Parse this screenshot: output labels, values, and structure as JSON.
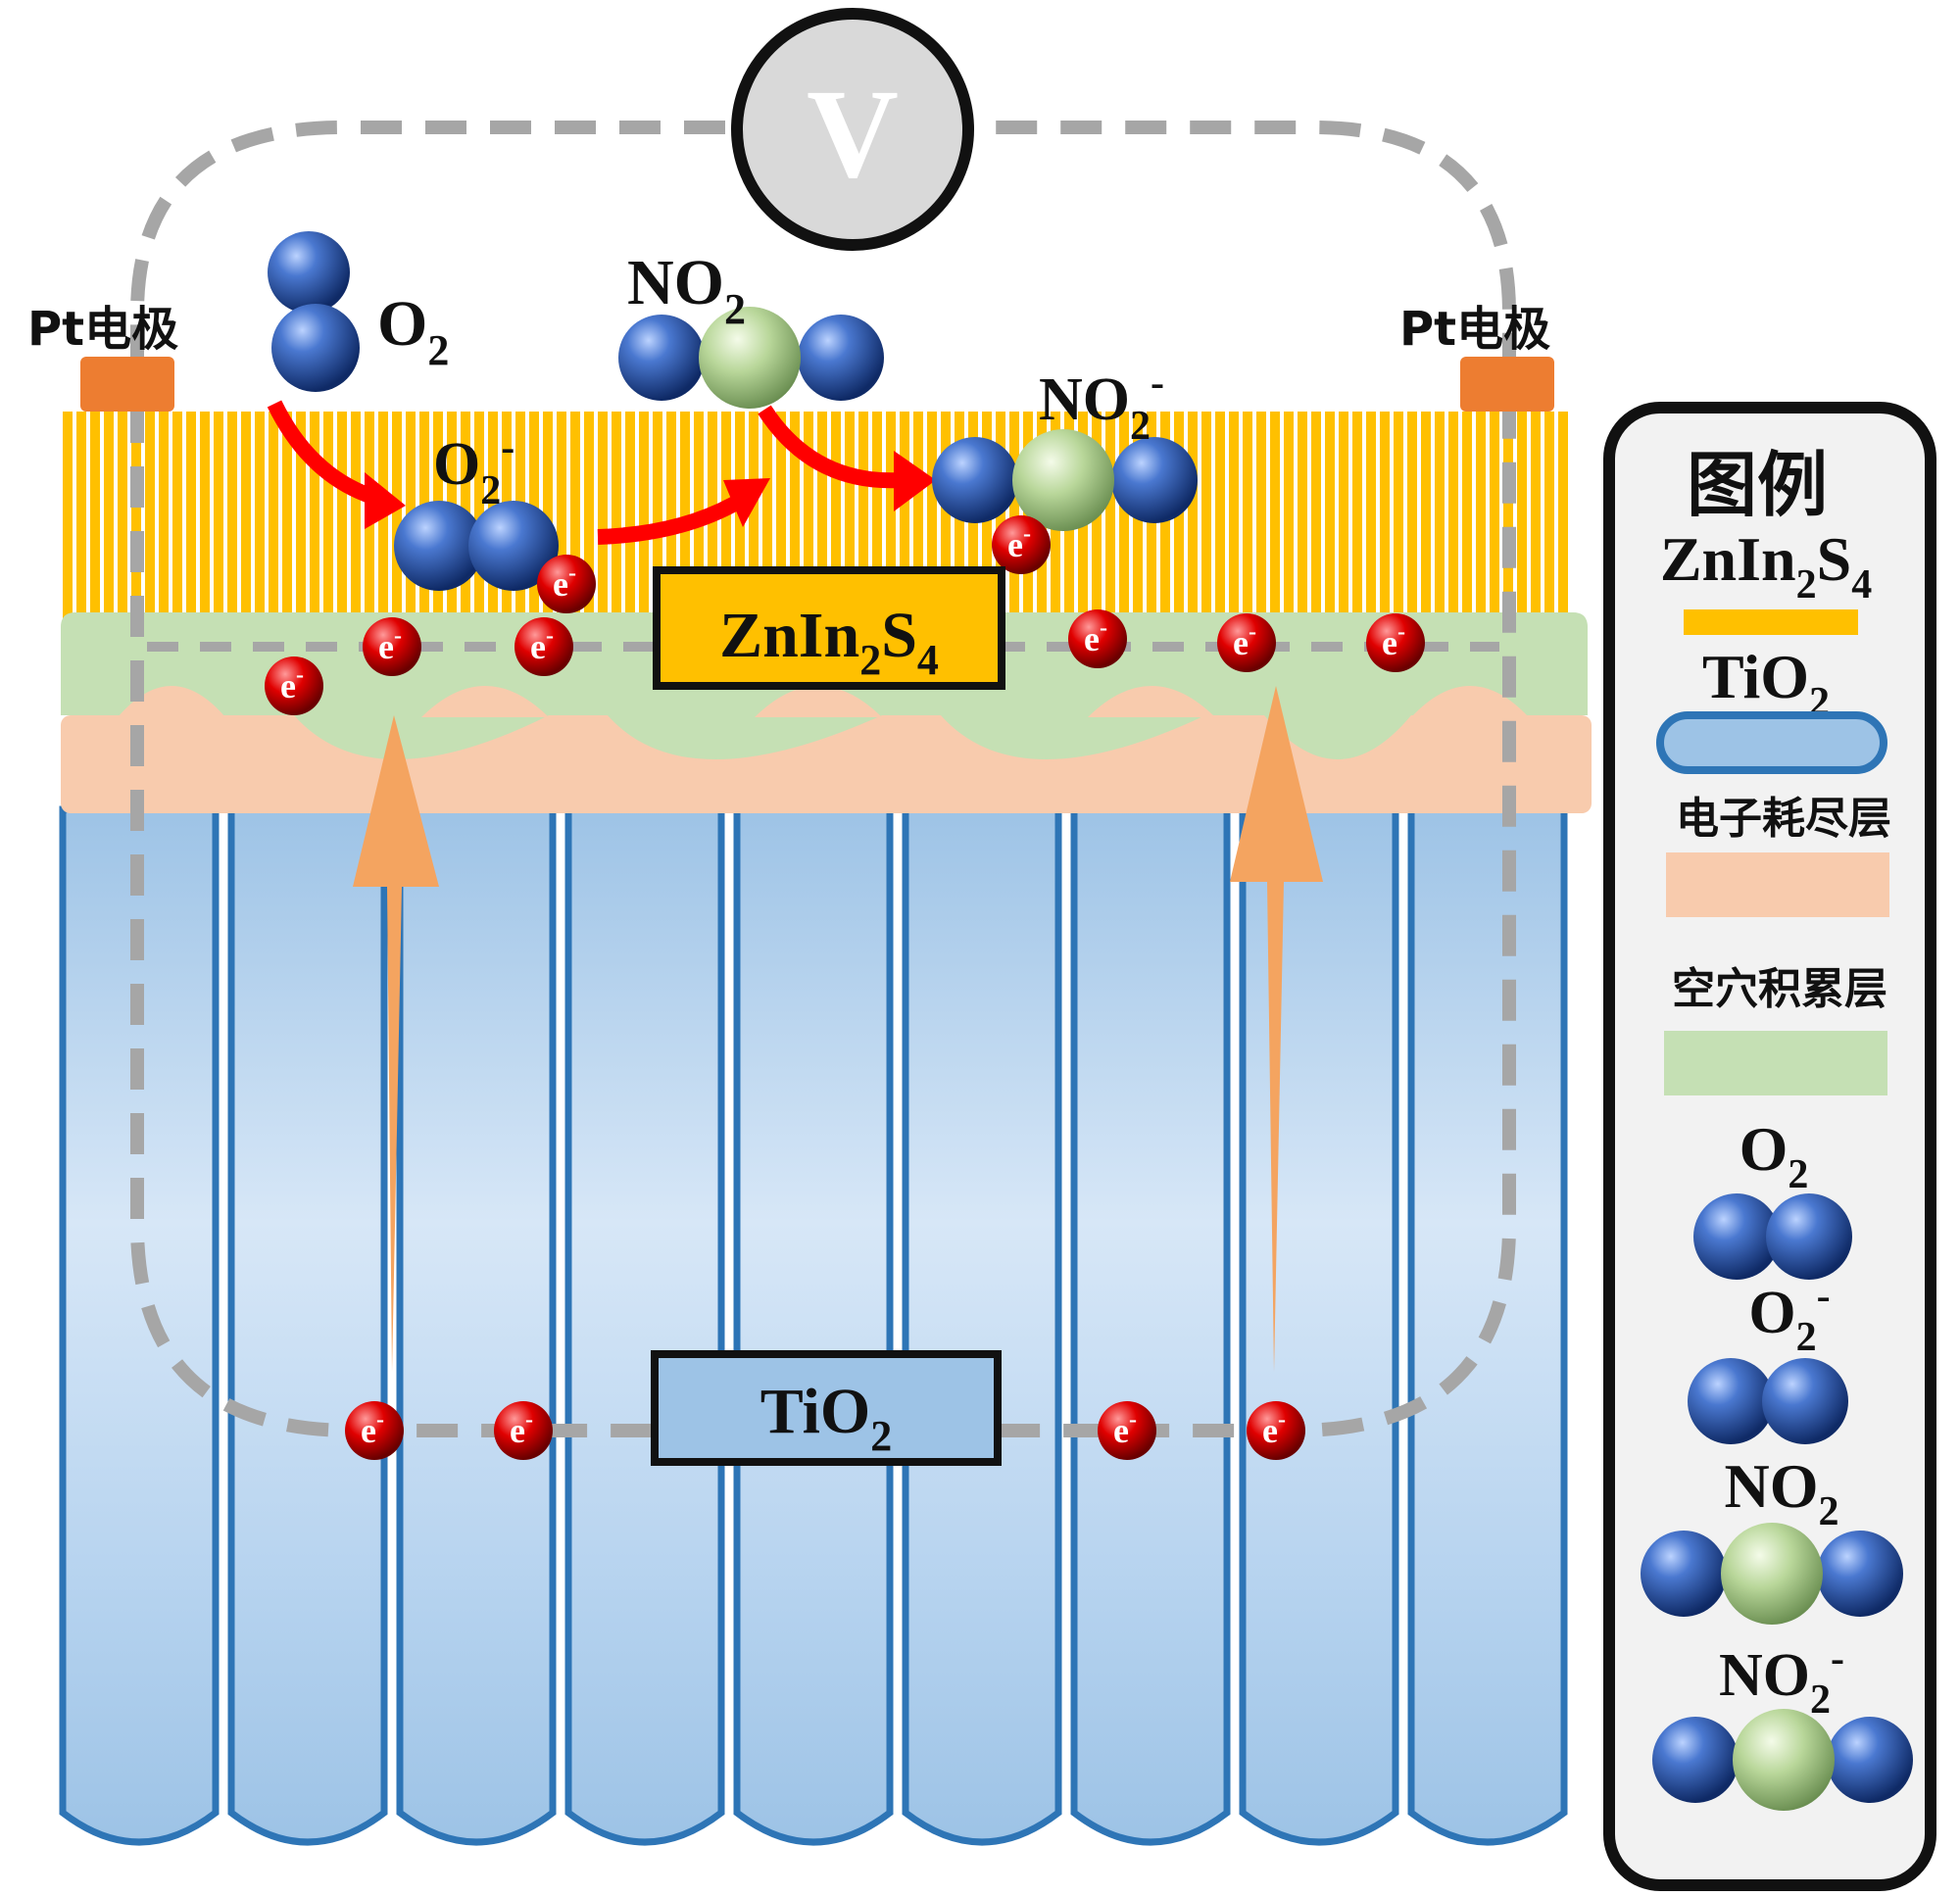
{
  "voltmeter": {
    "symbol": "V"
  },
  "electrodes": {
    "left_label": "Pt电极",
    "right_label": "Pt电极"
  },
  "molecules": {
    "o2": {
      "base": "O",
      "sub": "2"
    },
    "no2": {
      "base": "NO",
      "sub": "2"
    },
    "o2_minus": {
      "base": "O",
      "sub": "2",
      "sup": "-"
    },
    "no2_minus": {
      "base": "NO",
      "sub": "2",
      "sup": "-"
    }
  },
  "electron": {
    "base": "e",
    "sup": "-"
  },
  "material_boxes": {
    "zninS": {
      "p1": "ZnIn",
      "s1": "2",
      "p2": "S",
      "s2": "4"
    },
    "tio2": {
      "p1": "TiO",
      "s1": "2"
    }
  },
  "legend": {
    "title": "图例",
    "zninS": {
      "p1": "ZnIn",
      "s1": "2",
      "p2": "S",
      "s2": "4"
    },
    "tio2": {
      "p1": "TiO",
      "s1": "2"
    },
    "depletion": "电子耗尽层",
    "accumulation": "空穴积累层",
    "o2": {
      "base": "O",
      "sub": "2"
    },
    "o2_minus": {
      "base": "O",
      "sub": "2",
      "sup": "-"
    },
    "no2": {
      "base": "NO",
      "sub": "2"
    },
    "no2_minus": {
      "base": "NO",
      "sub": "2",
      "sup": "-"
    }
  },
  "colors": {
    "zninS": "#ffc000",
    "tio2_fill": "#9dc3e6",
    "tio2_stroke": "#2e75b6",
    "depletion": "#f8cbad",
    "accumulation": "#c5e0b4",
    "circuit": "#a6a6a6",
    "arrow_red": "#ff0000",
    "arrow_orange": "#f4a460",
    "oxygen": "#2f55a4",
    "nitrogen": "#a9d18e",
    "electron": "#e00000"
  }
}
